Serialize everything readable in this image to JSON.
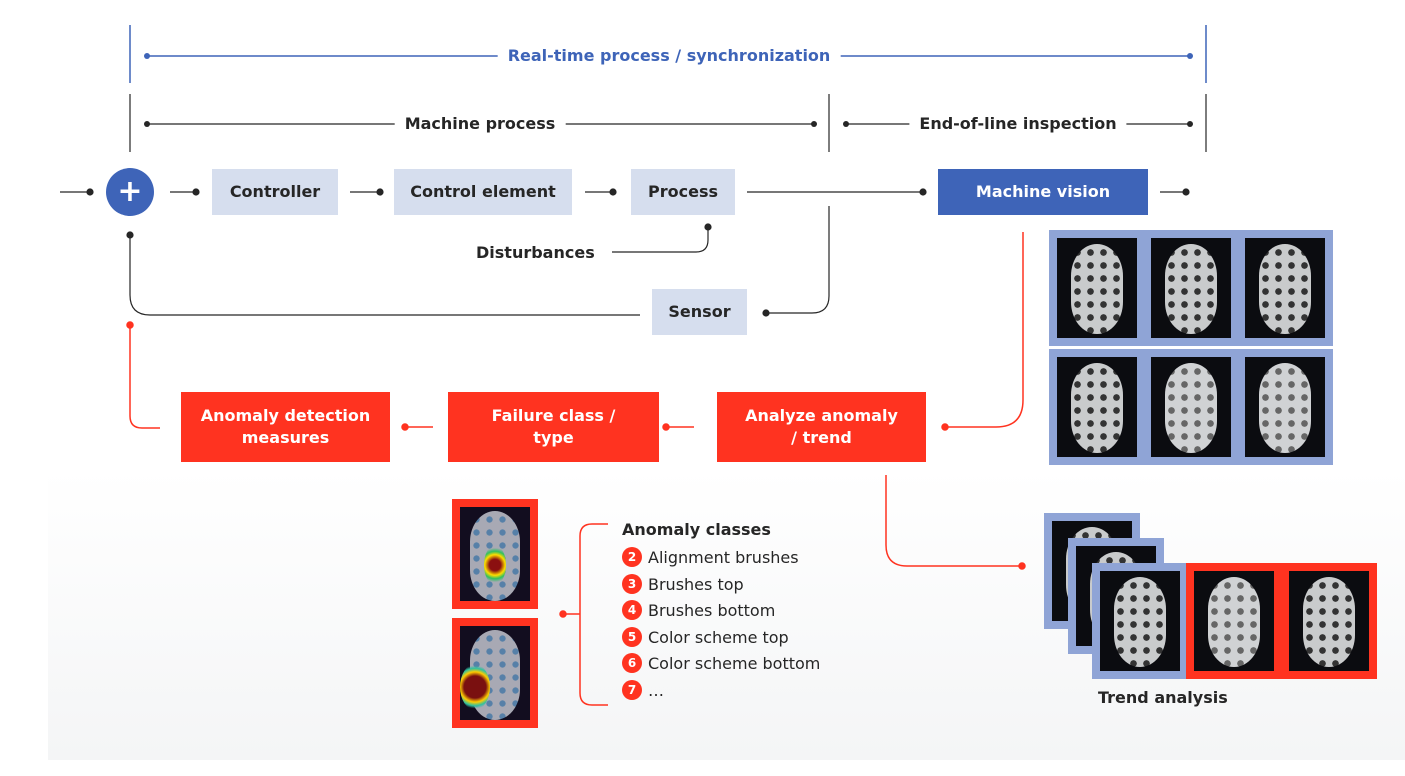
{
  "spans": {
    "realtime": "Real-time process / synchronization",
    "machine_process": "Machine process",
    "end_of_line": "End-of-line inspection"
  },
  "blocks": {
    "sum_symbol": "+",
    "controller": "Controller",
    "control_element": "Control element",
    "process": "Process",
    "disturbances": "Disturbances",
    "sensor": "Sensor",
    "machine_vision": "Machine vision"
  },
  "anomaly_flow": {
    "measures": "Anomaly detection measures",
    "failure_class": "Failure class / type",
    "analyze": "Analyze anomaly / trend"
  },
  "anomaly_classes": {
    "title": "Anomaly classes",
    "items": [
      {
        "num": "2",
        "label": "Alignment brushes"
      },
      {
        "num": "3",
        "label": "Brushes top"
      },
      {
        "num": "4",
        "label": "Brushes bottom"
      },
      {
        "num": "5",
        "label": "Color scheme top"
      },
      {
        "num": "6",
        "label": "Color scheme bottom"
      },
      {
        "num": "7",
        "label": "…"
      }
    ]
  },
  "trend": {
    "label": "Trend analysis"
  },
  "colors": {
    "blue": "#3e64b8",
    "light_blue": "#d6deee",
    "red": "#ff3320",
    "frame_blue": "#8fa4d6",
    "text": "#262626"
  }
}
